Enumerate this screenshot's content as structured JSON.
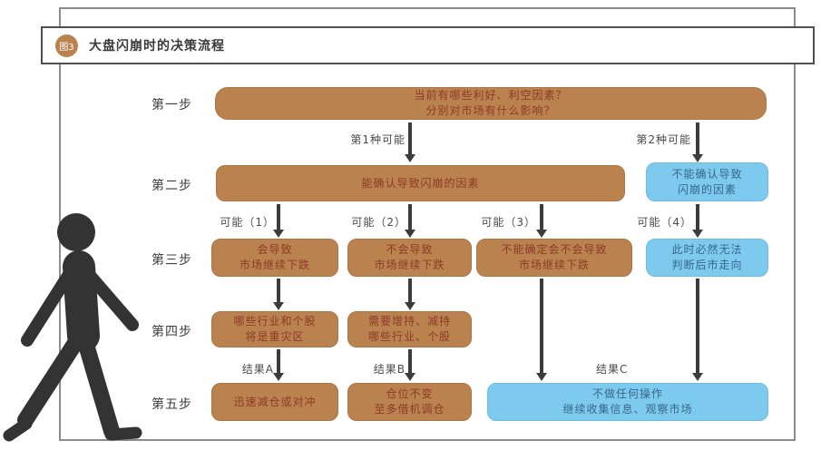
{
  "title_bar": {
    "badge": "图3",
    "title": "大盘闪崩时的决策流程"
  },
  "colors": {
    "brown_box": "#b9824f",
    "brown_text": "#8e3a26",
    "blue_box": "#7ecaee",
    "blue_text": "#36688a",
    "arrow": "#3c3c3c",
    "frame_border": "#8c8c8c",
    "label_text": "#4a4a4a",
    "person_silhouette": "#333333"
  },
  "steps": {
    "s1": "第一步",
    "s2": "第二步",
    "s3": "第三步",
    "s4": "第四步",
    "s5": "第五步"
  },
  "branch_labels": {
    "first": "第1种可能",
    "second": "第2种可能"
  },
  "possibilities": {
    "p1": "可能（1）",
    "p2": "可能（2）",
    "p3": "可能（3）",
    "p4": "可能（4）"
  },
  "results": {
    "a": "结果A",
    "b": "结果B",
    "c": "结果C"
  },
  "boxes": {
    "step1_factors": {
      "line1": "当前有哪些利好、利空因素？",
      "line2": "分别对市场有什么影响？"
    },
    "step2_confirmed": {
      "line1": "能确认导致闪崩的因素"
    },
    "step2_unconfirmed": {
      "line1": "不能确认导致",
      "line2": "闪崩的因素"
    },
    "step3_will_fall": {
      "line1": "会导致",
      "line2": "市场继续下跌"
    },
    "step3_wont_fall": {
      "line1": "不会导致",
      "line2": "市场继续下跌"
    },
    "step3_uncertain": {
      "line1": "不能确定会不会导致",
      "line2": "市场继续下跌"
    },
    "step3_cannot_judge": {
      "line1": "此时必然无法",
      "line2": "判断后市走向"
    },
    "step4_affected_sectors": {
      "line1": "哪些行业和个股",
      "line2": "将是重灾区"
    },
    "step4_adjust_positions": {
      "line1": "需要增持、减持",
      "line2": "哪些行业、个股"
    },
    "step5_reduce_hedge": {
      "line1": "迅速减仓或对冲"
    },
    "step5_keep_position": {
      "line1": "仓位不变",
      "line2": "至多借机调仓"
    },
    "step5_no_action": {
      "line1": "不做任何操作",
      "line2": "继续收集信息、观察市场"
    }
  }
}
